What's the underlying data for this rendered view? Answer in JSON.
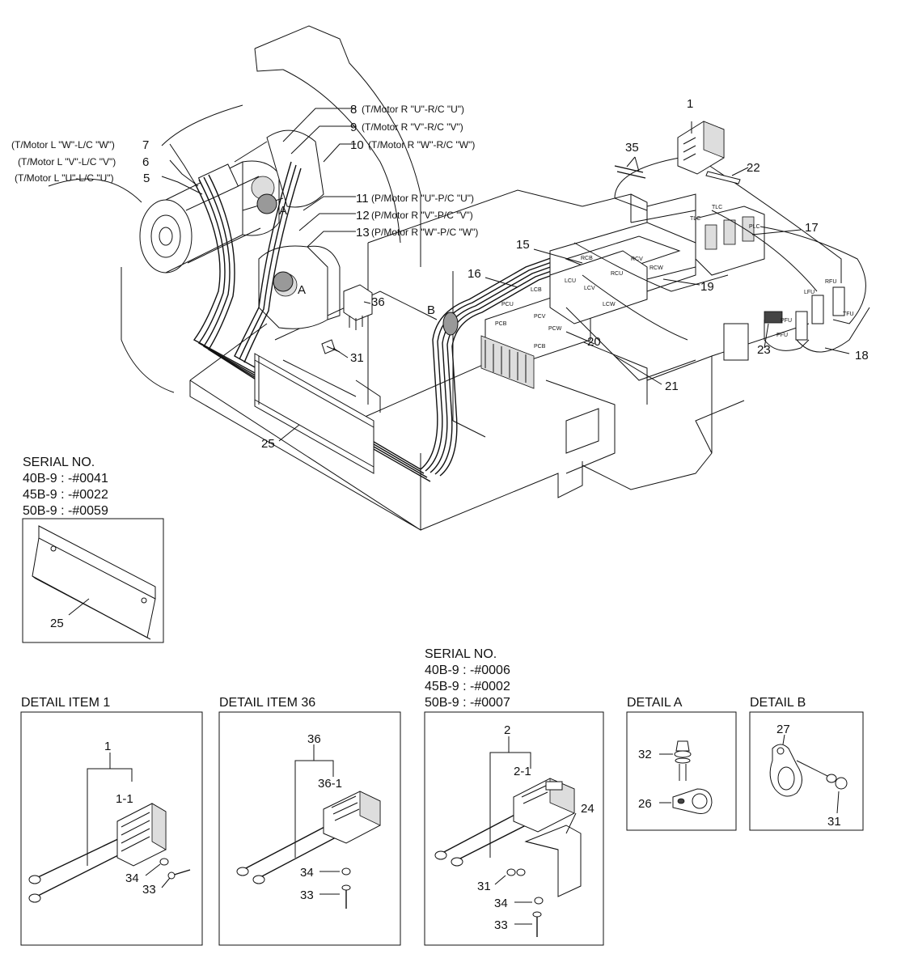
{
  "main": {
    "callouts": [
      {
        "id": "c1",
        "num": "1"
      },
      {
        "id": "c35",
        "num": "35"
      },
      {
        "id": "c22",
        "num": "22"
      },
      {
        "id": "c17",
        "num": "17"
      },
      {
        "id": "c15",
        "num": "15"
      },
      {
        "id": "c16",
        "num": "16"
      },
      {
        "id": "c19",
        "num": "19"
      },
      {
        "id": "c36",
        "num": "36"
      },
      {
        "id": "c20",
        "num": "20"
      },
      {
        "id": "c23",
        "num": "23"
      },
      {
        "id": "c18",
        "num": "18"
      },
      {
        "id": "c31",
        "num": "31"
      },
      {
        "id": "c21",
        "num": "21"
      },
      {
        "id": "c25",
        "num": "25"
      }
    ],
    "leader_labels": [
      {
        "num": "8",
        "text": "(T/Motor R \"U\"-R/C \"U\")"
      },
      {
        "num": "9",
        "text": "(T/Motor R \"V\"-R/C \"V\")"
      },
      {
        "num": "10",
        "text": "(T/Motor R \"W\"-R/C \"W\")"
      },
      {
        "num": "11",
        "text": "(P/Motor R \"U\"-P/C \"U\")"
      },
      {
        "num": "12",
        "text": "(P/Motor R \"V\"-P/C \"V\")"
      },
      {
        "num": "13",
        "text": "(P/Motor R \"W\"-P/C \"W\")"
      }
    ],
    "left_labels": [
      {
        "num": "7",
        "text": "(T/Motor L \"W\"-L/C \"W\")"
      },
      {
        "num": "6",
        "text": "(T/Motor L \"V\"-L/C \"V\")"
      },
      {
        "num": "5",
        "text": "(T/Motor L \"U\"-L/C \"U\")"
      }
    ],
    "detail_marks": {
      "a1": "A",
      "a2": "A",
      "b": "B"
    },
    "component_tags": {
      "tlc": "TLC",
      "plc": "PLC",
      "lfu": "LFU",
      "rfu": "RFU",
      "tfu": "TFU",
      "pfu": "PFU",
      "pfu2": "PFU",
      "rcb": "RCB",
      "rcv": "RCV",
      "rcw": "RCW",
      "rcu": "RCU",
      "lcb": "LCB",
      "lcu": "LCU",
      "lcv": "LCV",
      "lcw": "LCW",
      "pcu": "PCU",
      "pcv": "PCV",
      "pcw": "PCW",
      "pcb": "PCB",
      "pcb2": "PCB",
      "tlc2": "TLC"
    }
  },
  "serial_top": {
    "title": "SERIAL NO.",
    "lines": [
      "40B-9 : -#0041",
      "45B-9 : -#0022",
      "50B-9 : -#0059"
    ],
    "part": "25"
  },
  "serial_mid": {
    "title": "SERIAL NO.",
    "lines": [
      "40B-9 : -#0006",
      "45B-9 : -#0002",
      "50B-9 : -#0007"
    ]
  },
  "details": [
    {
      "key": "d1",
      "title": "DETAIL ITEM 1",
      "labels": {
        "a": "1",
        "b": "1-1",
        "c": "34",
        "d": "33"
      }
    },
    {
      "key": "d36",
      "title": "DETAIL ITEM 36",
      "labels": {
        "a": "36",
        "b": "36-1",
        "c": "34",
        "d": "33"
      }
    },
    {
      "key": "d2",
      "title": "",
      "labels": {
        "a": "2",
        "b": "2-1",
        "c": "24",
        "d": "31",
        "e": "34",
        "f": "33"
      }
    },
    {
      "key": "da",
      "title": "DETAIL A",
      "labels": {
        "a": "32",
        "b": "26"
      }
    },
    {
      "key": "db",
      "title": "DETAIL B",
      "labels": {
        "a": "27",
        "b": "31"
      }
    }
  ]
}
